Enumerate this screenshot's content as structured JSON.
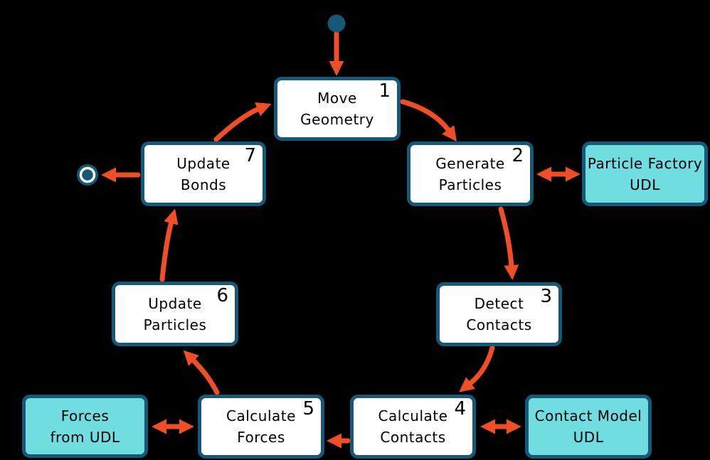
{
  "colors": {
    "background": "#000000",
    "node_border": "#155878",
    "node_fill": "#FFFFFF",
    "udl_fill": "#70DDE0",
    "arrow": "#F04E26",
    "text": "#000000"
  },
  "nodes": {
    "move_geometry": {
      "number": "1",
      "line1": "Move",
      "line2": "Geometry"
    },
    "generate_particles": {
      "number": "2",
      "line1": "Generate",
      "line2": "Particles"
    },
    "detect_contacts": {
      "number": "3",
      "line1": "Detect",
      "line2": "Contacts"
    },
    "calculate_contacts": {
      "number": "4",
      "line1": "Calculate",
      "line2": "Contacts"
    },
    "calculate_forces": {
      "number": "5",
      "line1": "Calculate",
      "line2": "Forces"
    },
    "update_particles": {
      "number": "6",
      "line1": "Update",
      "line2": "Particles"
    },
    "update_bonds": {
      "number": "7",
      "line1": "Update",
      "line2": "Bonds"
    }
  },
  "udl_nodes": {
    "particle_factory": {
      "line1": "Particle Factory",
      "line2": "UDL"
    },
    "contact_model": {
      "line1": "Contact Model",
      "line2": "UDL"
    },
    "forces_from": {
      "line1": "Forces",
      "line2": "from UDL"
    }
  },
  "terminals": {
    "start_icon": "filled-circle",
    "end_icon": "ring-circle"
  }
}
